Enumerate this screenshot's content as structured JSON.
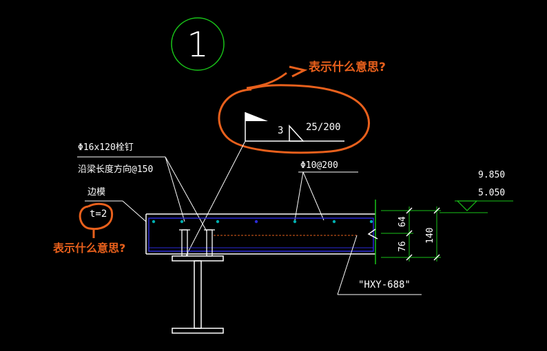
{
  "detail_number": "1",
  "annotations": {
    "top_question": "表示什么意思?",
    "left_question": "表示什么意思?"
  },
  "labels": {
    "stud": "Φ16x120栓钉",
    "stud_spacing": "沿梁长度方向@150",
    "edge_plate": "边模",
    "thickness": "t=2",
    "weld_size": "3",
    "weld_spacing": "25/200",
    "rebar": "Φ10@200",
    "deck_model": "\"HXY-688\"",
    "elev_top": "9.850",
    "elev_bottom": "5.050"
  },
  "dimensions": {
    "upper": "64",
    "lower": "76",
    "total": "140"
  },
  "colors": {
    "annotation": "#e8601c",
    "dimension": "#19c419",
    "slab_outline": "#2a2ad6",
    "rebar_dot": "#00b0b0",
    "deck_hidden": "#e8601c",
    "detail_circle": "#19c419"
  }
}
